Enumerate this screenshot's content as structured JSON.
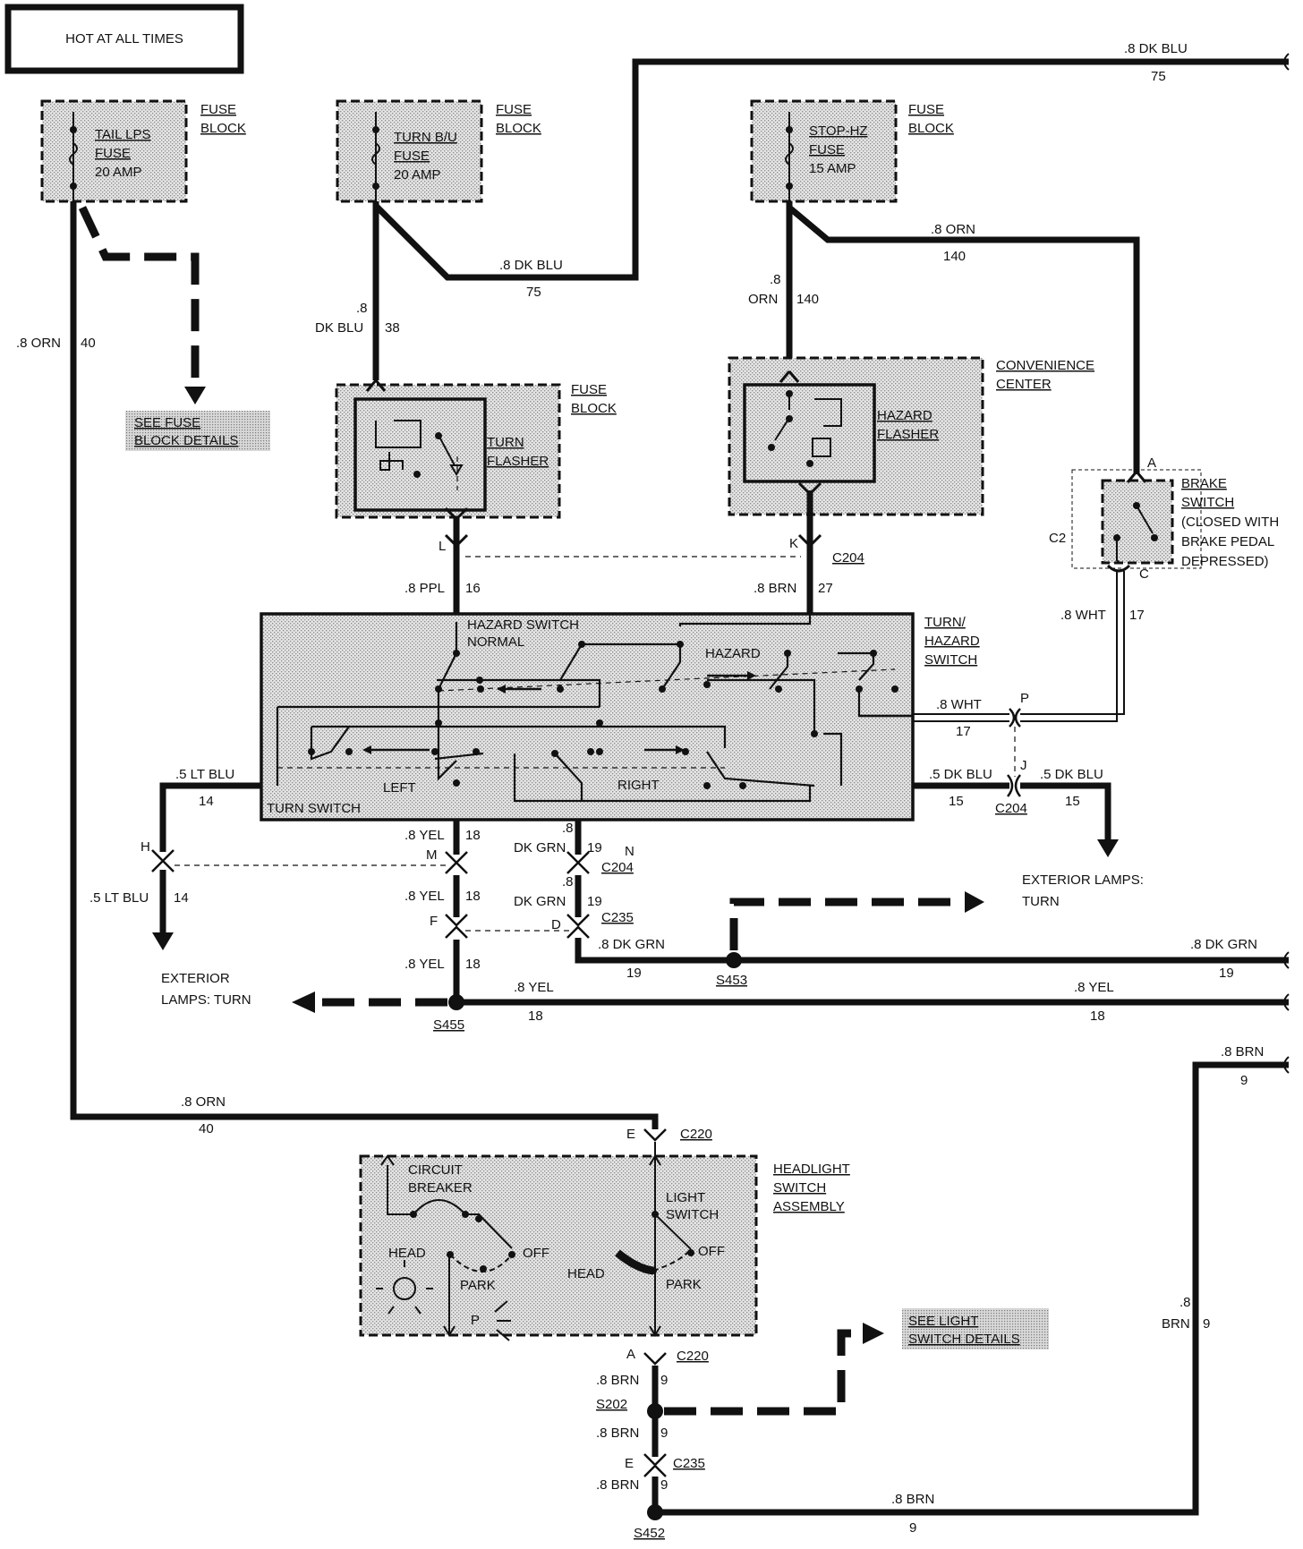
{
  "header": {
    "hot_label": "HOT AT ALL TIMES"
  },
  "fuses": [
    {
      "name": "TAIL LPS",
      "word": "FUSE",
      "rating": "20 AMP",
      "block": [
        "FUSE",
        "BLOCK"
      ]
    },
    {
      "name": "TURN B/U",
      "word": "FUSE",
      "rating": "20 AMP",
      "block": [
        "FUSE",
        "BLOCK"
      ]
    },
    {
      "name": "STOP-HZ",
      "word": "FUSE",
      "rating": "15 AMP",
      "block": [
        "FUSE",
        "BLOCK"
      ]
    }
  ],
  "components": {
    "turn_flasher": {
      "name": [
        "TURN",
        "FLASHER"
      ],
      "location": [
        "FUSE",
        "BLOCK"
      ]
    },
    "hazard_flasher": {
      "name": [
        "HAZARD",
        "FLASHER"
      ],
      "location": [
        "CONVENIENCE",
        "CENTER"
      ]
    },
    "brake_switch": {
      "name": [
        "BRAKE",
        "SWITCH",
        "(CLOSED WITH",
        "BRAKE PEDAL",
        "DEPRESSED)"
      ],
      "pins": {
        "top": "A",
        "bottom": "C"
      },
      "connector": "C2"
    },
    "turn_hazard_switch": {
      "name": [
        "TURN/",
        "HAZARD",
        "SWITCH"
      ],
      "labels": {
        "hazard_switch": "HAZARD SWITCH",
        "normal": "NORMAL",
        "hazard": "HAZARD",
        "left": "LEFT",
        "right": "RIGHT",
        "turn_switch": "TURN SWITCH"
      }
    },
    "headlight_switch": {
      "name": [
        "HEADLIGHT",
        "SWITCH",
        "ASSEMBLY"
      ],
      "labels": {
        "circuit": "CIRCUIT",
        "breaker": "BREAKER",
        "light": "LIGHT",
        "switch": "SWITCH",
        "head_left": "HEAD",
        "off_left": "OFF",
        "park_left": "PARK",
        "head_right": "HEAD",
        "off_right": "OFF",
        "park_right": "PARK",
        "p": "P"
      }
    }
  },
  "references": {
    "see_fuse": [
      "SEE FUSE",
      "BLOCK DETAILS"
    ],
    "see_light": [
      "SEE LIGHT",
      "SWITCH DETAILS"
    ],
    "ext_turn_right": [
      "EXTERIOR LAMPS:",
      "TURN"
    ],
    "ext_turn_left": [
      "EXTERIOR",
      "LAMPS: TURN"
    ]
  },
  "wires": {
    "w75_top": {
      "color": ".8 DK BLU",
      "num": "75"
    },
    "w75_mid": {
      "color": ".8 DK BLU",
      "num": "75"
    },
    "w38": {
      "size": ".8",
      "color": "DK BLU",
      "num": "38"
    },
    "w140_top": {
      "color": ".8 ORN",
      "num": "140"
    },
    "w140_v": {
      "size": ".8",
      "color": "ORN",
      "num": "140"
    },
    "w40_v": {
      "color": ".8 ORN",
      "num": "40"
    },
    "w40_h": {
      "color": ".8 ORN",
      "num": "40"
    },
    "w16": {
      "color": ".8 PPL",
      "num": "16"
    },
    "w27": {
      "color": ".8 BRN",
      "num": "27"
    },
    "w17_v": {
      "color": ".8 WHT",
      "num": "17"
    },
    "w17_h": {
      "color": ".8 WHT",
      "num": "17"
    },
    "w14_a": {
      "color": ".5 LT BLU",
      "num": "14"
    },
    "w14_b": {
      "color": ".5 LT BLU",
      "num": "14"
    },
    "w15_a": {
      "color": ".5 DK BLU",
      "num": "15"
    },
    "w15_b": {
      "color": ".5 DK BLU",
      "num": "15"
    },
    "w18_a": {
      "color": ".8 YEL",
      "num": "18"
    },
    "w18_b": {
      "color": ".8 YEL",
      "num": "18"
    },
    "w18_c": {
      "color": ".8 YEL",
      "num": "18"
    },
    "w18_h1": {
      "color": ".8 YEL",
      "num": "18"
    },
    "w18_h2": {
      "color": ".8 YEL",
      "num": "18"
    },
    "w19_a": {
      "size": ".8",
      "color": "DK GRN",
      "num": "19"
    },
    "w19_b": {
      "size": ".8",
      "color": "DK GRN",
      "num": "19"
    },
    "w19_h1": {
      "color": ".8 DK GRN",
      "num": "19"
    },
    "w19_h2": {
      "color": ".8 DK GRN",
      "num": "19"
    },
    "w9_a": {
      "color": ".8 BRN",
      "num": "9"
    },
    "w9_b": {
      "color": ".8 BRN",
      "num": "9"
    },
    "w9_c": {
      "color": ".8 BRN",
      "num": "9"
    },
    "w9_bottom": {
      "color": ".8 BRN",
      "num": "9"
    },
    "w9_right_top": {
      "color": ".8 BRN",
      "num": "9"
    },
    "w9_right_v": {
      "size": ".8",
      "color": "BRN",
      "num": "9"
    }
  },
  "connectors": {
    "c204": "C204",
    "c235": "C235",
    "c220": "C220",
    "pins": {
      "L": "L",
      "K": "K",
      "P": "P",
      "J": "J",
      "H": "H",
      "M": "M",
      "N": "N",
      "F": "F",
      "D": "D",
      "E_top": "E",
      "A": "A",
      "E_bottom": "E"
    }
  },
  "splices": {
    "s453": "S453",
    "s455": "S455",
    "s202": "S202",
    "s452": "S452"
  }
}
